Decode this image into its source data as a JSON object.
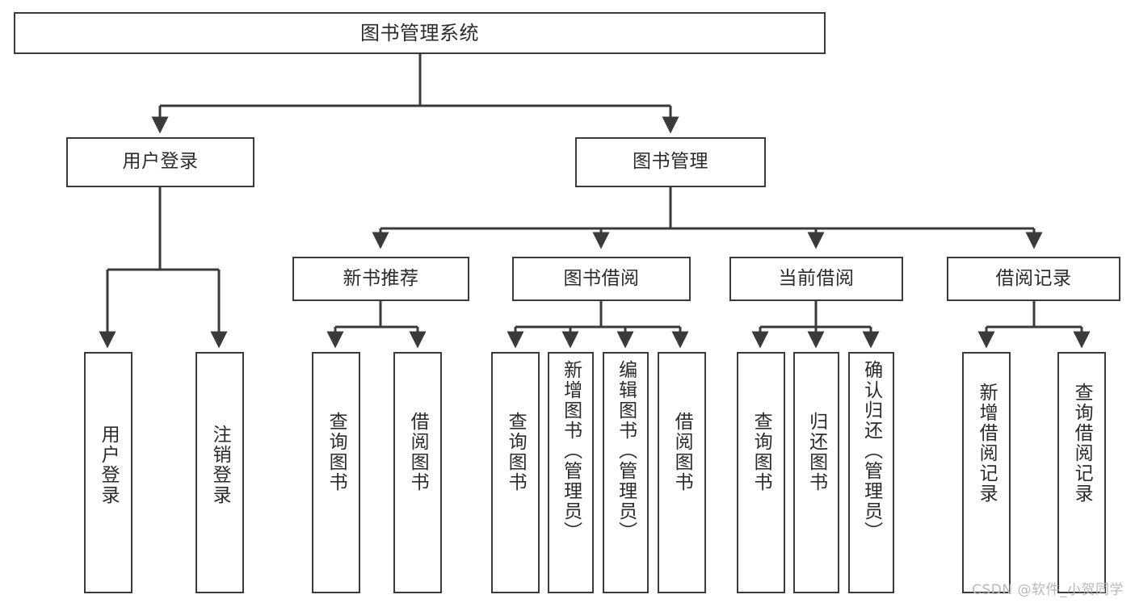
{
  "diagram": {
    "title": "图书管理系统",
    "type": "tree-hierarchy-diagram",
    "colors": {
      "node_border": "#3a3a3a",
      "node_fill": "#ffffff",
      "edge": "#3a3a3a",
      "text": "#2b2b2b",
      "watermark": "#b9b9b9",
      "background": "#ffffff"
    },
    "root": {
      "label": "图书管理系统"
    },
    "level2": [
      {
        "id": "user-login",
        "label": "用户登录"
      },
      {
        "id": "book-management",
        "label": "图书管理"
      }
    ],
    "level3": [
      {
        "id": "new-book-recommend",
        "label": "新书推荐"
      },
      {
        "id": "book-borrow",
        "label": "图书借阅"
      },
      {
        "id": "current-borrow",
        "label": "当前借阅"
      },
      {
        "id": "borrow-record",
        "label": "借阅记录"
      }
    ],
    "leaves": {
      "user_login": [
        {
          "id": "leaf-user-login",
          "label": "用户登录"
        },
        {
          "id": "leaf-logout-login",
          "label": "注销登录"
        }
      ],
      "new_book_recommend": [
        {
          "id": "leaf-query-book-1",
          "label": "查询图书"
        },
        {
          "id": "leaf-borrow-book-1",
          "label": "借阅图书"
        }
      ],
      "book_borrow": [
        {
          "id": "leaf-query-book-2",
          "label": "查询图书"
        },
        {
          "id": "leaf-add-book",
          "label": "新增图书（管理员）"
        },
        {
          "id": "leaf-edit-book",
          "label": "编辑图书（管理员）"
        },
        {
          "id": "leaf-borrow-book-2",
          "label": "借阅图书"
        }
      ],
      "current_borrow": [
        {
          "id": "leaf-query-book-3",
          "label": "查询图书"
        },
        {
          "id": "leaf-return-book",
          "label": "归还图书"
        },
        {
          "id": "leaf-confirm-return",
          "label": "确认归还（管理员）"
        }
      ],
      "borrow_record": [
        {
          "id": "leaf-add-record",
          "label": "新增借阅记录"
        },
        {
          "id": "leaf-query-record",
          "label": "查询借阅记录"
        }
      ]
    }
  },
  "watermark": {
    "text": "CSDN @软件_小贺同学"
  }
}
